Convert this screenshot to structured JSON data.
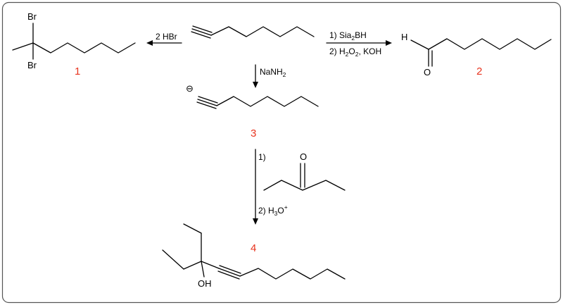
{
  "colors": {
    "compound_number": "#e8341f",
    "border": "#555555"
  },
  "compounds": {
    "c1": {
      "number": "1",
      "br_top": "Br",
      "br_bottom": "Br"
    },
    "c2": {
      "number": "2",
      "h": "H",
      "o": "O"
    },
    "c3": {
      "number": "3",
      "charge": "⊖"
    },
    "c4": {
      "number": "4",
      "oh": "OH"
    },
    "ketone": {
      "o": "O"
    }
  },
  "reactions": {
    "hbr": {
      "label": "2 HBr"
    },
    "hydroboration": {
      "step1_prefix": "1) Sia",
      "step1_sub": "2",
      "step1_suffix": "BH",
      "step2_prefix": "2) H",
      "step2_sub1": "2",
      "step2_mid": "O",
      "step2_sub2": "2",
      "step2_suffix": ", KOH"
    },
    "deprotonation": {
      "prefix": "NaNH",
      "sub": "2"
    },
    "addition": {
      "step1": "1)",
      "step2_prefix": "2) H",
      "step2_sub": "3",
      "step2_mid": "O",
      "step2_sup": "+"
    }
  }
}
